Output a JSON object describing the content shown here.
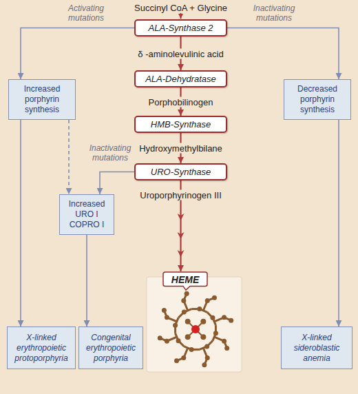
{
  "diagram": {
    "nodes": [
      {
        "text": [
          "ALA-Synthase 2"
        ]
      },
      {
        "text": [
          "ALA-Dehydratase"
        ]
      },
      {
        "text": [
          "HMB-Synthase"
        ]
      },
      {
        "text": [
          "URO-Synthase"
        ]
      },
      {
        "text": [
          "Increased porphyrin synthesis"
        ]
      },
      {
        "text": [
          "Decreased porphyrin synthesis"
        ]
      },
      {
        "text": [
          "Increased URO I COPRO I"
        ]
      },
      {
        "text": [
          "X-linked erythropoietic protoporphyria"
        ]
      },
      {
        "text": [
          "Congenital erythropoietic porphyria"
        ]
      },
      {
        "text": [
          "X-linked sideroblastic anemia"
        ]
      },
      {
        "text": [
          "HEME"
        ]
      }
    ],
    "edges": [
      {
        "from": 0,
        "to": 1,
        "label": "δ -aminolevulinic acid",
        "arrow": "to"
      },
      {
        "from": 1,
        "to": 2,
        "label": "Porphobilinogen",
        "arrow": "to"
      },
      {
        "from": 2,
        "to": 3,
        "label": "Hydroxymethylbilane",
        "arrow": "to"
      },
      {
        "from": 3,
        "to": 10,
        "label": "Uroporphyrinogen III",
        "arrow": "to"
      },
      {
        "from": 0,
        "to": 4,
        "label": "Activating mutations",
        "arrow": "to"
      },
      {
        "from": 0,
        "to": 5,
        "label": "Inactivating mutations",
        "arrow": "to"
      },
      {
        "from": 4,
        "to": 6,
        "arrow": "to"
      },
      {
        "from": 3,
        "to": 6,
        "label": "Inactivating mutations",
        "arrow": "to"
      },
      {
        "from": 4,
        "to": 7,
        "arrow": "to"
      },
      {
        "from": 6,
        "to": 8,
        "arrow": "to"
      },
      {
        "from": 5,
        "to": 9,
        "arrow": "to"
      }
    ],
    "labels": [
      "Succinyl CoA + Glycine"
    ]
  }
}
